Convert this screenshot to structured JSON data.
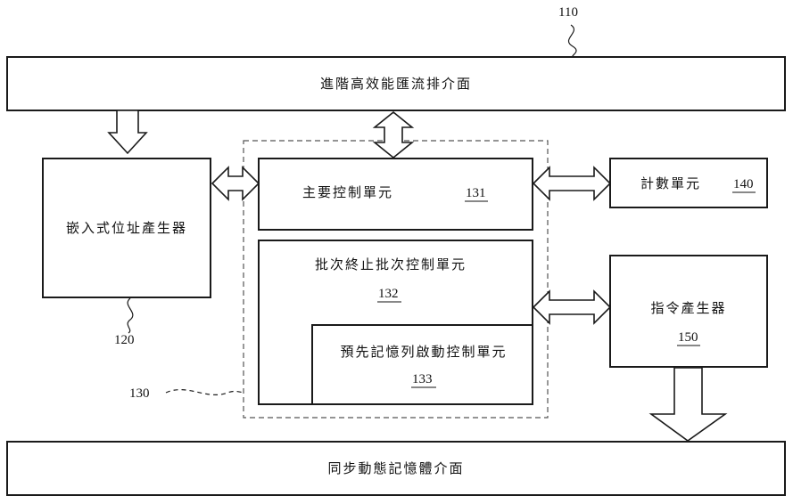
{
  "interface_top": {
    "label": "進階高效能匯流排介面",
    "ref": "110"
  },
  "addr_gen": {
    "label": "嵌入式位址產生器",
    "ref": "120"
  },
  "group": {
    "ref": "130"
  },
  "main_ctrl": {
    "label": "主要控制單元",
    "ref": "131"
  },
  "batch_ctrl": {
    "label": "批次終止批次控制單元",
    "ref": "132"
  },
  "prefetch_ctrl": {
    "label": "預先記憶列啟動控制單元",
    "ref": "133"
  },
  "counter": {
    "label": "計數單元",
    "ref": "140"
  },
  "cmd_gen": {
    "label": "指令產生器",
    "ref": "150"
  },
  "interface_bottom": {
    "label": "同步動態記憶體介面"
  }
}
